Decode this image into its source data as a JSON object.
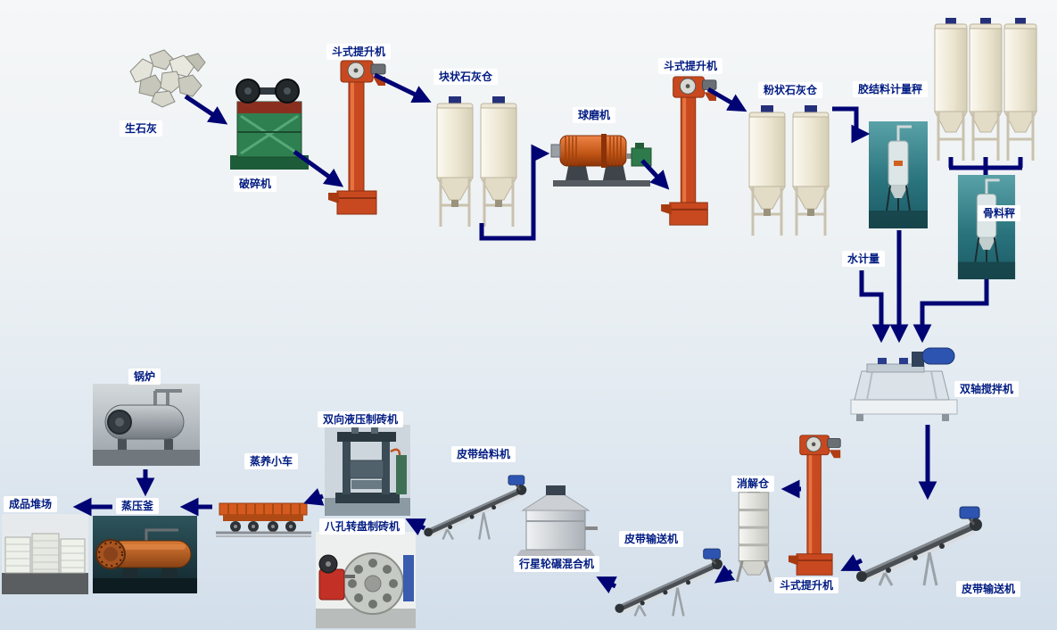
{
  "labels": {
    "quicklime": "生石灰",
    "crusher": "破碎机",
    "bucket_elevator_1": "斗式提升机",
    "lump_lime_silo": "块状石灰仓",
    "ball_mill": "球磨机",
    "bucket_elevator_2": "斗式提升机",
    "powder_lime_silo": "粉状石灰仓",
    "binder_scale": "胶结料计量秤",
    "aggregate_scale": "骨料秤",
    "water_meter": "水计量",
    "twin_shaft_mixer": "双轴搅拌机",
    "belt_conveyor_right": "皮带输送机",
    "bucket_elevator_3": "斗式提升机",
    "digestion_silo": "消解仓",
    "belt_conveyor_mid": "皮带输送机",
    "planetary_mixer": "行星轮碾混合机",
    "belt_feeder": "皮带给料机",
    "hydraulic_brick_machine": "双向液压制砖机",
    "rotary_brick_machine": "八孔转盘制砖机",
    "steam_cart": "蒸养小车",
    "autoclave": "蒸压釜",
    "boiler": "锅炉",
    "product_yard": "成品堆场"
  },
  "colors": {
    "arrow": "#000373",
    "label_text": "#001b82",
    "label_bg": "#ffffff"
  },
  "connections": [
    {
      "from": "quicklime",
      "to": "crusher"
    },
    {
      "from": "crusher",
      "to": "bucket_elevator_1"
    },
    {
      "from": "bucket_elevator_1",
      "to": "lump_lime_silo"
    },
    {
      "from": "lump_lime_silo",
      "to": "ball_mill"
    },
    {
      "from": "ball_mill",
      "to": "bucket_elevator_2"
    },
    {
      "from": "bucket_elevator_2",
      "to": "powder_lime_silo"
    },
    {
      "from": "powder_lime_silo",
      "to": "binder_scale"
    },
    {
      "from": "binder_scale",
      "to": "twin_shaft_mixer"
    },
    {
      "from": "water_meter",
      "to": "twin_shaft_mixer"
    },
    {
      "from": "aggregate_silos",
      "to": "aggregate_scale"
    },
    {
      "from": "aggregate_scale",
      "to": "twin_shaft_mixer"
    },
    {
      "from": "twin_shaft_mixer",
      "to": "belt_conveyor_right"
    },
    {
      "from": "belt_conveyor_right",
      "to": "bucket_elevator_3"
    },
    {
      "from": "bucket_elevator_3",
      "to": "digestion_silo"
    },
    {
      "from": "digestion_silo",
      "to": "belt_conveyor_mid"
    },
    {
      "from": "belt_conveyor_mid",
      "to": "planetary_mixer"
    },
    {
      "from": "planetary_mixer",
      "to": "belt_feeder"
    },
    {
      "from": "belt_feeder",
      "to": "brick_machines"
    },
    {
      "from": "brick_machines",
      "to": "steam_cart"
    },
    {
      "from": "steam_cart",
      "to": "autoclave"
    },
    {
      "from": "boiler",
      "to": "autoclave"
    },
    {
      "from": "autoclave",
      "to": "product_yard"
    }
  ]
}
